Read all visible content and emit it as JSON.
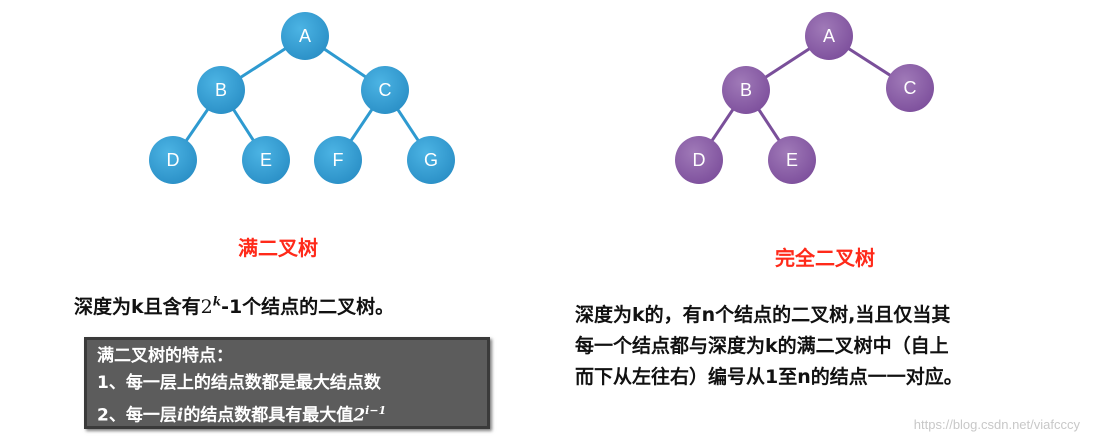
{
  "left_tree": {
    "nodes": [
      "A",
      "B",
      "C",
      "D",
      "E",
      "F",
      "G"
    ],
    "color": "#2e9ad0"
  },
  "right_tree": {
    "nodes": [
      "A",
      "B",
      "C",
      "D",
      "E"
    ],
    "color": "#8a5ba6"
  },
  "left_title": "满二叉树",
  "right_title": "完全二叉树",
  "left_desc": {
    "prefix": "深度为k且含有",
    "base": "2",
    "exp": "k",
    "suffix": "-1个结点的二叉树。"
  },
  "features_box": {
    "heading": "满二叉树的特点：",
    "item1": "1、每一层上的结点数都是最大结点数",
    "item2_prefix": "2、每一层",
    "item2_var": "i",
    "item2_mid": "的结点数都具有最大值",
    "item2_base": "2",
    "item2_exp": "i−1"
  },
  "right_desc": {
    "line1": "深度为k的，有n个结点的二叉树,当且仅当其",
    "line2": "每一个结点都与深度为k的满二叉树中（自上",
    "line3": "而下从左往右）编号从1至n的结点一一对应。"
  },
  "watermark": "https://blog.csdn.net/viafcccy"
}
